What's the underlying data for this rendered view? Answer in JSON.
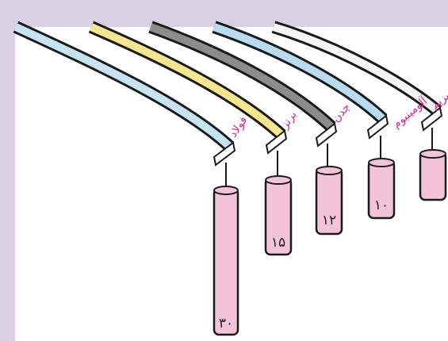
{
  "metals": [
    {
      "name": "فولاد",
      "value": "۳۰",
      "color": "#c6e3f2"
    },
    {
      "name": "برنز",
      "value": "۱۵",
      "color": "#f4e58f"
    },
    {
      "name": "چدن",
      "value": "۱۲",
      "color": "#8c8c8c"
    },
    {
      "name": "آلومینیوم",
      "value": "۱۰",
      "color": "#b8dbf0"
    },
    {
      "name": "منیزیم",
      "value": "",
      "color": "#f5f5f5"
    }
  ],
  "colors": {
    "frame": "#d9d0e6",
    "weight_fill": "#f3c3d9",
    "label": "#e0218a",
    "outline": "#1a1a1a"
  }
}
